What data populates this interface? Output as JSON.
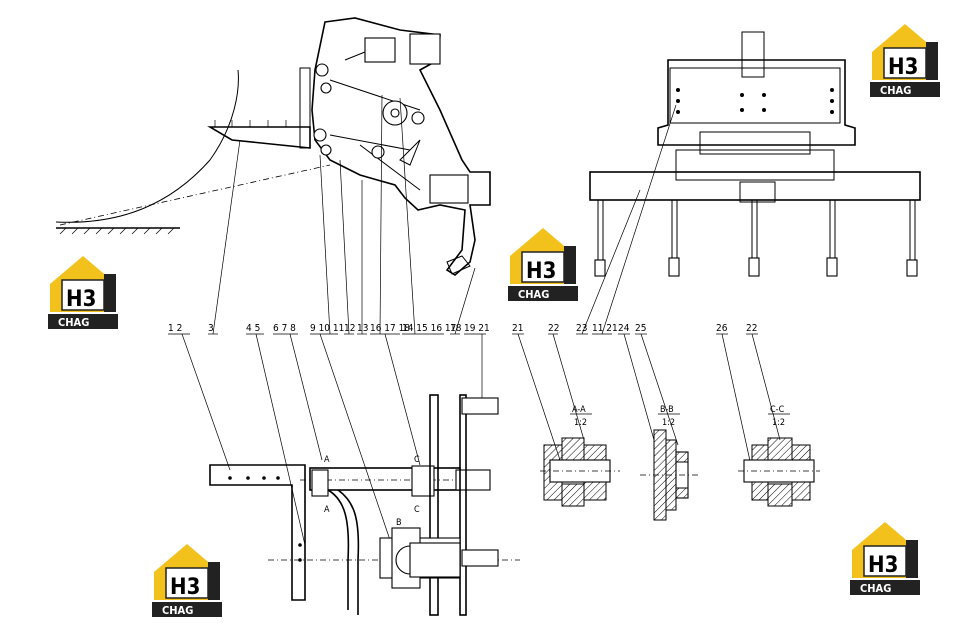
{
  "callouts": {
    "top_row": [
      "1 2",
      "3",
      "4 5",
      "6 7 8",
      "9 10 11",
      "12",
      "13",
      "16 17 18",
      "14 15 16 17",
      "18",
      "19 21"
    ],
    "right_row": [
      "21",
      "22",
      "23",
      "11 21",
      "24",
      "25",
      "26",
      "22"
    ]
  },
  "sections": {
    "a": {
      "title": "A-A",
      "scale": "1:2"
    },
    "b": {
      "title": "B-B",
      "scale": "1:2"
    },
    "c": {
      "title": "C-C",
      "scale": "1:2"
    }
  },
  "section_marks": {
    "a_top": "A",
    "a_bottom": "A",
    "b": "B",
    "c_top": "C",
    "c_bottom": "C"
  },
  "logo": {
    "mark": "H3",
    "caption": "CHAG",
    "accent": "#f2c11c",
    "dark": "#222222",
    "icon": "hz-logo-icon"
  }
}
